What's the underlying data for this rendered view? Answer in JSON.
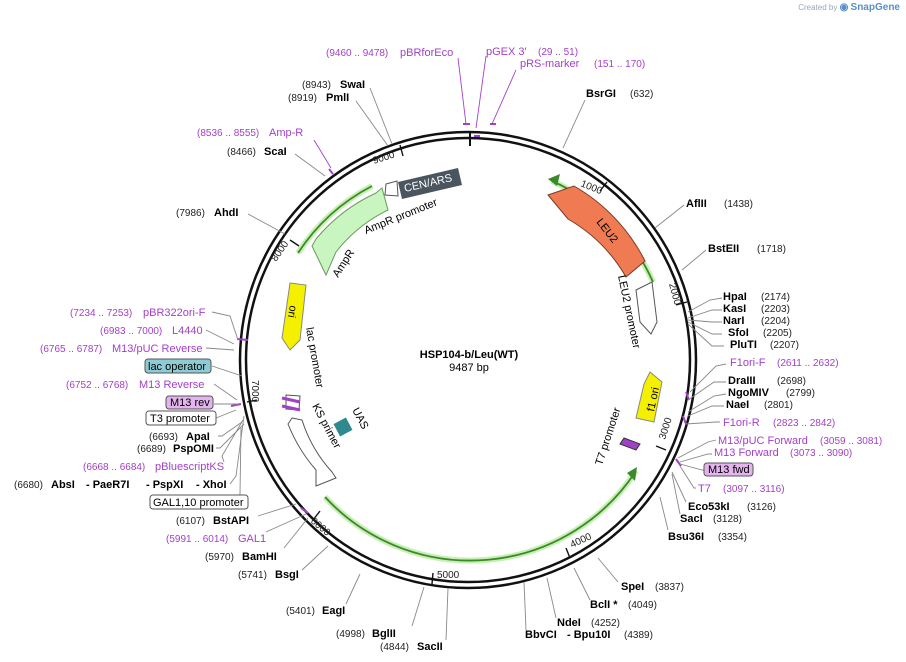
{
  "brand": {
    "created_by": "Created by",
    "app": "SnapGene",
    "icon": "snapgene-logo-icon"
  },
  "plasmid": {
    "name": "HSP104-b/Leu(WT)",
    "size_label": "9487 bp",
    "length": 9487
  },
  "colors": {
    "feature_label": "#a340c8",
    "green_arc": "#3a8a28",
    "leu2": "#f07a52",
    "amp": "#c9f5c0",
    "ori": "#f5f000",
    "cen": "#4a5560",
    "uas": "#2f8a8f"
  },
  "tick_labels": [
    "1000",
    "2000",
    "3000",
    "4000",
    "5000",
    "6000",
    "7000",
    "8000",
    "9000"
  ],
  "sites": [
    {
      "name": "BsrGI",
      "pos": "(632)"
    },
    {
      "name": "AflII",
      "pos": "(1438)"
    },
    {
      "name": "BstEII",
      "pos": "(1718)"
    },
    {
      "name": "HpaI",
      "pos": "(2174)"
    },
    {
      "name": "KasI",
      "pos": "(2203)"
    },
    {
      "name": "NarI",
      "pos": "(2204)"
    },
    {
      "name": "SfoI",
      "pos": "(2205)"
    },
    {
      "name": "PluTI",
      "pos": "(2207)"
    },
    {
      "name": "DraIII",
      "pos": "(2698)"
    },
    {
      "name": "NgoMIV",
      "pos": "(2799)"
    },
    {
      "name": "NaeI",
      "pos": "(2801)"
    },
    {
      "name": "Eco53kI",
      "pos": "(3126)"
    },
    {
      "name": "SacI",
      "pos": "(3128)"
    },
    {
      "name": "Bsu36I",
      "pos": "(3354)"
    },
    {
      "name": "SpeI",
      "pos": "(3837)"
    },
    {
      "name": "BclI *",
      "pos": "(4049)"
    },
    {
      "name": "NdeI",
      "pos": "(4252)"
    },
    {
      "name": "BbvCI",
      "pos": ""
    },
    {
      "name": "- Bpu10I",
      "pos": "(4389)"
    },
    {
      "name": "SacII",
      "pos": "(4844)"
    },
    {
      "name": "BglII",
      "pos": "(4998)"
    },
    {
      "name": "EagI",
      "pos": "(5401)"
    },
    {
      "name": "BsgI",
      "pos": "(5741)"
    },
    {
      "name": "BamHI",
      "pos": "(5970)"
    },
    {
      "name": "BstAPI",
      "pos": "(6107)"
    },
    {
      "name": "ApaI",
      "pos": "(6693)"
    },
    {
      "name": "PspOMI",
      "pos": "(6689)"
    },
    {
      "name": "AbsI",
      "pos": "(6680)"
    },
    {
      "name": "- PaeR7I",
      "pos": ""
    },
    {
      "name": "- PspXI",
      "pos": ""
    },
    {
      "name": "- XhoI",
      "pos": ""
    },
    {
      "name": "AhdI",
      "pos": "(7986)"
    },
    {
      "name": "ScaI",
      "pos": "(8466)"
    },
    {
      "name": "PmlI",
      "pos": "(8919)"
    },
    {
      "name": "SwaI",
      "pos": "(8943)"
    }
  ],
  "features": [
    {
      "name": "pBRforEco",
      "range": "(9460 .. 9478)"
    },
    {
      "name": "pGEX 3'",
      "range": "(29 .. 51)"
    },
    {
      "name": "pRS-marker",
      "range": "(151 .. 170)"
    },
    {
      "name": "Amp-R",
      "range": "(8536 .. 8555)"
    },
    {
      "name": "F1ori-F",
      "range": "(2611 .. 2632)"
    },
    {
      "name": "F1ori-R",
      "range": "(2823 .. 2842)"
    },
    {
      "name": "M13/pUC Forward",
      "range": "(3059 .. 3081)"
    },
    {
      "name": "M13 Forward",
      "range": "(3073 .. 3090)"
    },
    {
      "name": "T7",
      "range": "(3097 .. 3116)"
    },
    {
      "name": "pBR322ori-F",
      "range": "(7234 .. 7253)"
    },
    {
      "name": "L4440",
      "range": "(6983 .. 7000)"
    },
    {
      "name": "M13/pUC Reverse",
      "range": "(6765 .. 6787)"
    },
    {
      "name": "M13 Reverse",
      "range": "(6752 .. 6768)"
    },
    {
      "name": "pBluescriptKS",
      "range": "(6668 .. 6684)"
    },
    {
      "name": "GAL1",
      "range": "(5991 .. 6014)"
    }
  ],
  "boxes": {
    "lac_operator": "lac operator",
    "m13_rev": "M13 rev",
    "t3_promoter": "T3 promoter",
    "gal1_10": "GAL1,10 promoter",
    "m13_fwd": "M13 fwd"
  },
  "inner_labels": {
    "cen_ars": "CEN/ARS",
    "ampr_promoter": "AmpR promoter",
    "ampr": "AmpR",
    "ori": "ori",
    "lac_promoter": "lac promoter",
    "ks_primer": "KS primer",
    "uas": "UAS",
    "leu2": "LEU2",
    "leu2_promoter": "LEU2 promoter",
    "f1_ori": "f1 ori",
    "t7_promoter": "T7 promoter"
  }
}
